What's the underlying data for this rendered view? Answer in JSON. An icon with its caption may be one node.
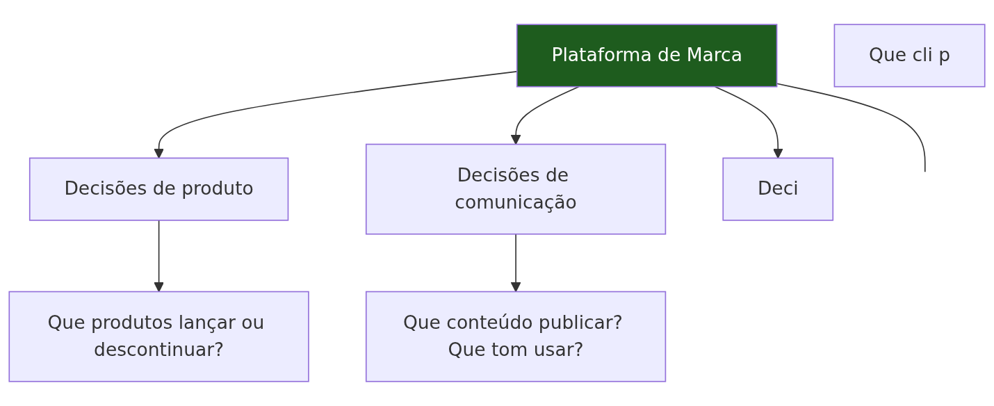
{
  "diagram": {
    "nodes": [
      {
        "text": [
          "Plataforma de Marca"
        ]
      },
      {
        "text": [
          "Decisões de produto"
        ]
      },
      {
        "text": [
          "Decisões de comunicação"
        ]
      },
      {
        "text": [
          "Deci"
        ]
      },
      {
        "text": [
          "Que produtos lançar ou descontinuar?"
        ]
      },
      {
        "text": [
          "Que conteúdo publicar? Que tom usar?"
        ]
      },
      {
        "text": [
          "Que cli p"
        ]
      }
    ],
    "edges": [
      {
        "from": 0,
        "to": 1,
        "arrow": "to"
      },
      {
        "from": 0,
        "to": 2,
        "arrow": "to"
      },
      {
        "from": 0,
        "to": 3,
        "arrow": "to"
      },
      {
        "from": 0,
        "to": null,
        "arrow": "none"
      },
      {
        "from": 1,
        "to": 4,
        "arrow": "to"
      },
      {
        "from": 2,
        "to": 5,
        "arrow": "to"
      }
    ]
  }
}
